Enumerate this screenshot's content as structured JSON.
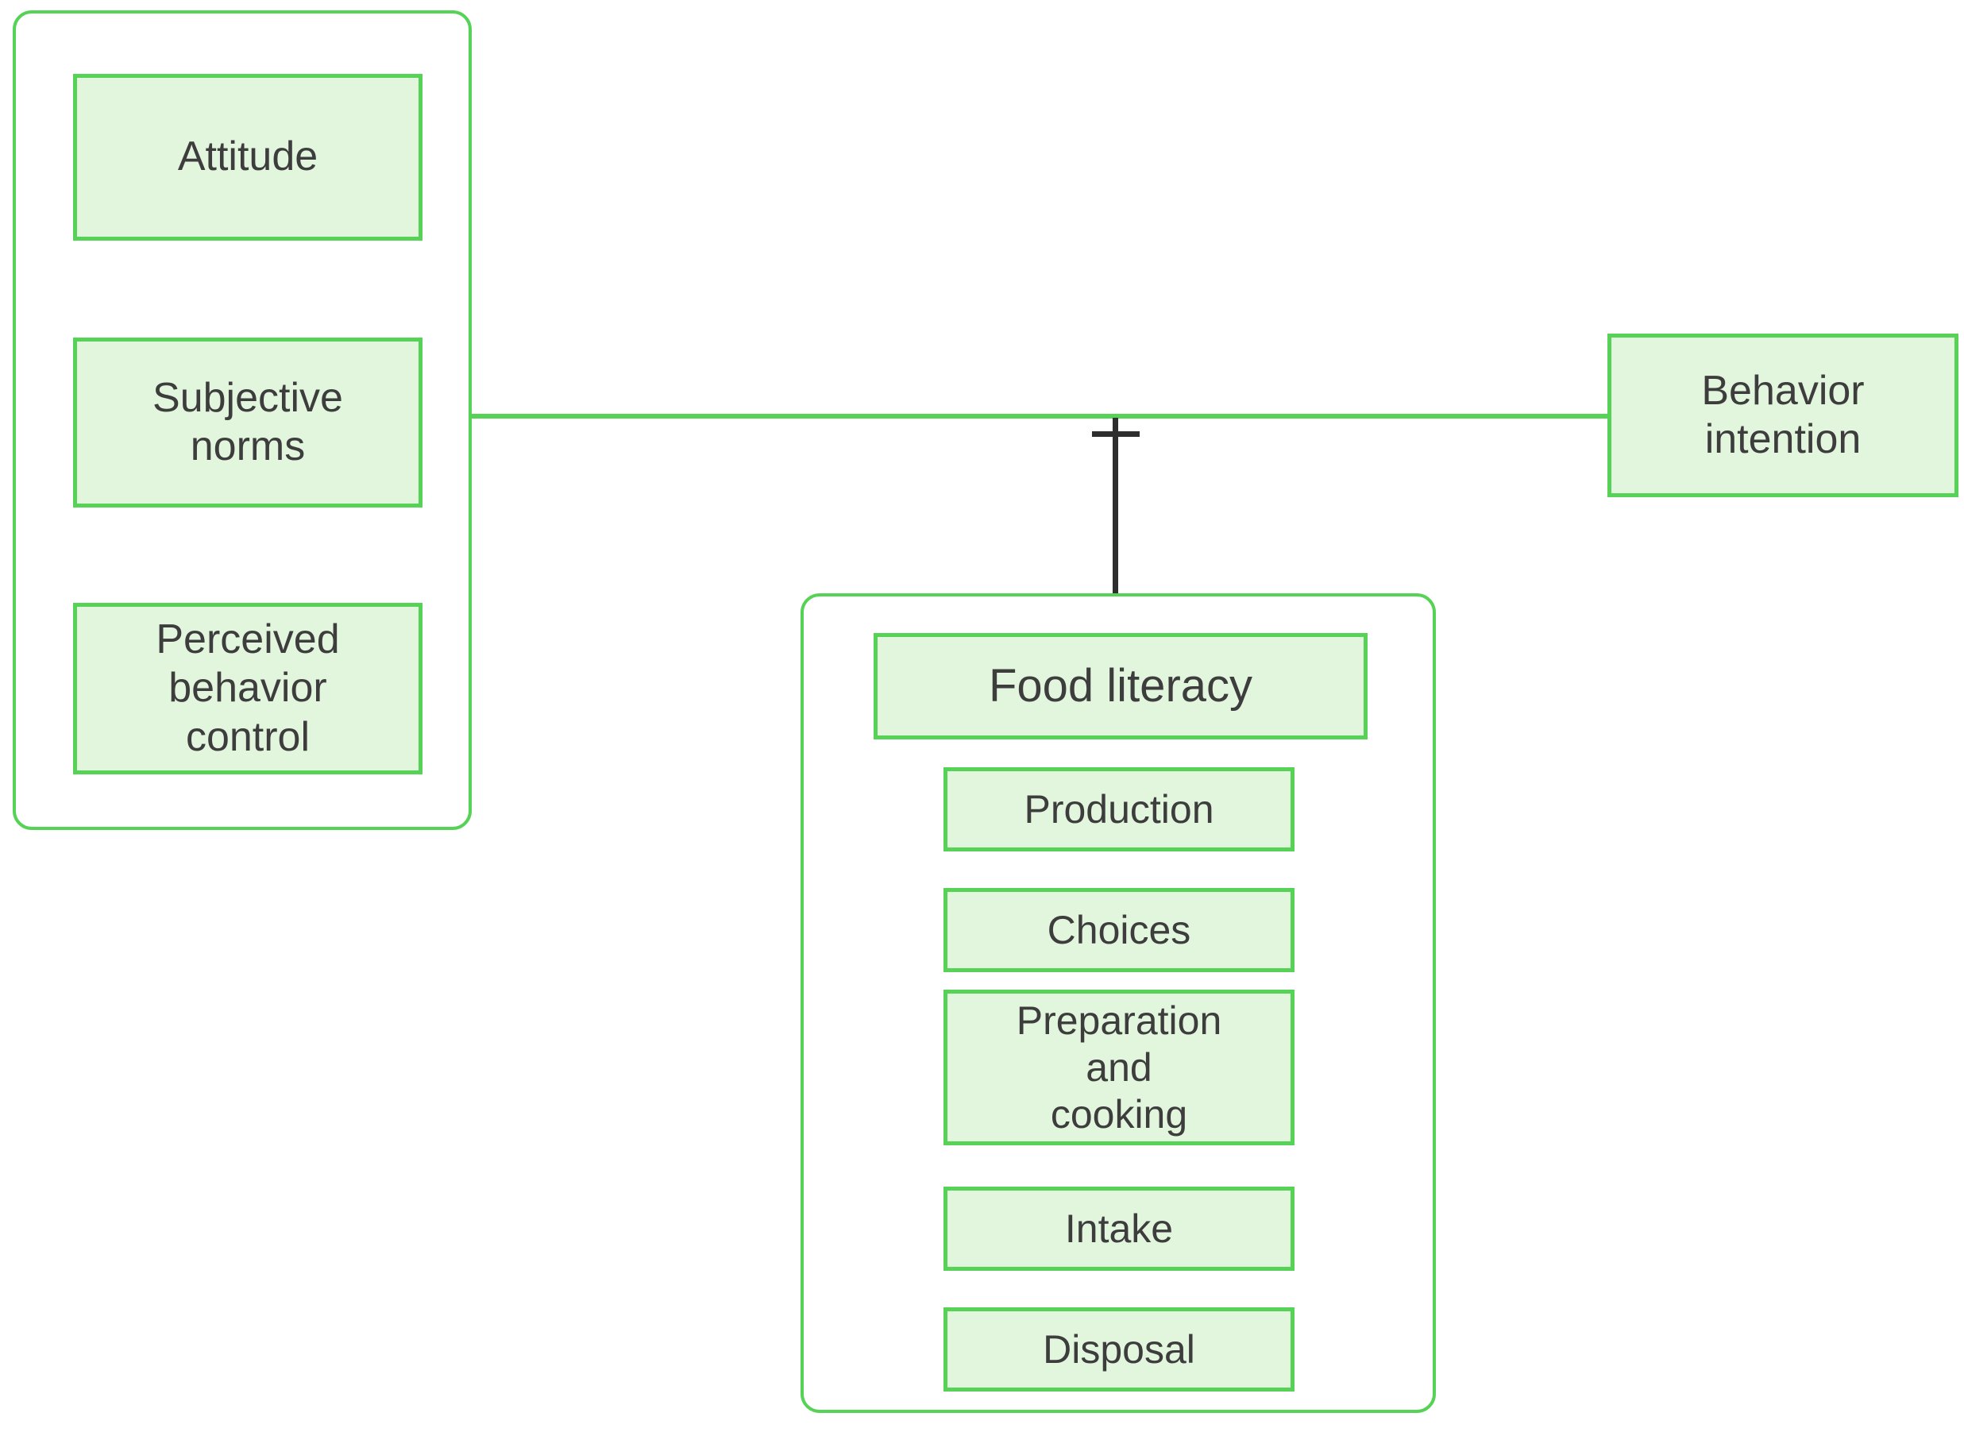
{
  "colors": {
    "green_border": "#56d356",
    "green_fill": "#e2f5dd",
    "black_line": "#2e2e2e",
    "text": "#3d3d3d",
    "background": "#ffffff"
  },
  "predictors_group": {
    "items": [
      {
        "label": "Attitude"
      },
      {
        "label": "Subjective\nnorms"
      },
      {
        "label": "Perceived\nbehavior\ncontrol"
      }
    ]
  },
  "outcome": {
    "label": "Behavior\nintention"
  },
  "moderator_group": {
    "title": "Food literacy",
    "components": [
      {
        "label": "Production"
      },
      {
        "label": "Choices"
      },
      {
        "label": "Preparation\nand\ncooking"
      },
      {
        "label": "Intake"
      },
      {
        "label": "Disposal"
      }
    ]
  }
}
